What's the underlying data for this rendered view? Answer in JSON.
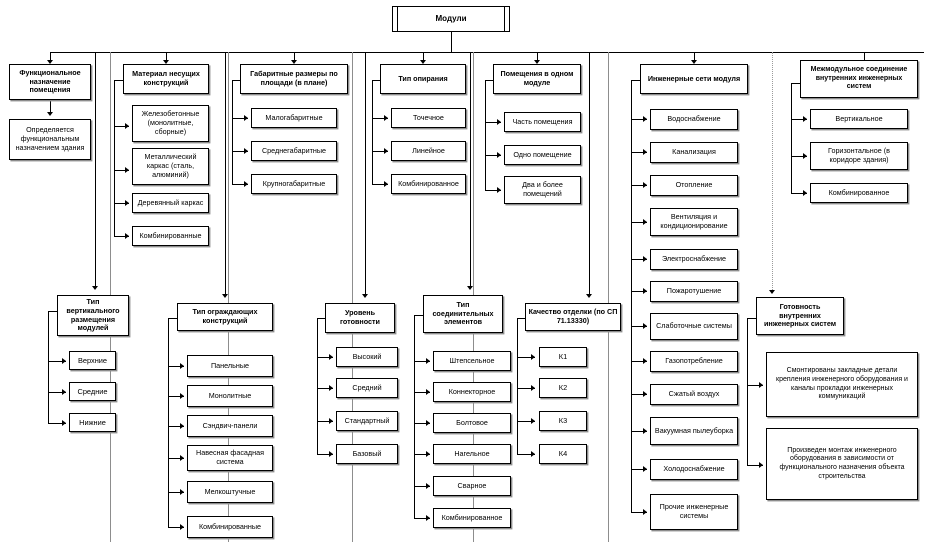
{
  "diagram": {
    "root": {
      "label": "Модули"
    },
    "columns": [
      {
        "id": "col1",
        "header": "Функциональное назначение помещения",
        "children": [
          "Определяется функциональным назначением здания"
        ],
        "lower": {
          "header": "Тип вертикального размещения модулей",
          "children": [
            "Верхние",
            "Средние",
            "Нижние"
          ]
        }
      },
      {
        "id": "col2",
        "header": "Материал несущих конструкций",
        "children": [
          "Железобетонные (монолитные, сборные)",
          "Металлический каркас (сталь, алюминий)",
          "Деревянный каркас",
          "Комбинированные"
        ],
        "lower": {
          "header": "Тип ограждающих конструкций",
          "children": [
            "Панельные",
            "Монолитные",
            "Сэндвич-панели",
            "Навесная фасадная система",
            "Мелкоштучные",
            "Комбинированные"
          ]
        }
      },
      {
        "id": "col3",
        "header": "Габаритные размеры по площади (в плане)",
        "children": [
          "Малогабаритные",
          "Среднегабаритные",
          "Крупногабаритные"
        ],
        "lower": {
          "header": "Уровень готовности",
          "children": [
            "Высокий",
            "Средний",
            "Стандартный",
            "Базовый"
          ]
        }
      },
      {
        "id": "col4",
        "header": "Тип опирания",
        "children": [
          "Точечное",
          "Линейное",
          "Комбинированное"
        ],
        "lower": {
          "header": "Тип соединительных элементов",
          "children": [
            "Штепсельное",
            "Коннекторное",
            "Болтовое",
            "Нагельное",
            "Сварное",
            "Комбинированное"
          ]
        }
      },
      {
        "id": "col5",
        "header": "Помещения в одном модуле",
        "children": [
          "Часть помещения",
          "Одно помещение",
          "Два и более помещений"
        ],
        "lower": {
          "header": "Качество отделки (по СП 71.13330)",
          "children": [
            "К1",
            "К2",
            "К3",
            "К4"
          ]
        }
      },
      {
        "id": "col6",
        "header": "Инженерные сети модуля",
        "children": [
          "Водоснабжение",
          "Канализация",
          "Отопление",
          "Вентиляция и кондиционирование",
          "Электроснабжение",
          "Пожаротушение",
          "Слаботочные системы",
          "Газопотребление",
          "Сжатый воздух",
          "Вакуумная пылеуборка",
          "Холодоснабжение",
          "Прочие инженерные системы"
        ],
        "lower": null
      },
      {
        "id": "col7",
        "header": "Межмодульное соединение внутренних инженерных систем",
        "children": [
          "Вертикальное",
          "Горизонтальное (в коридоре здания)",
          "Комбинированное"
        ],
        "lower": {
          "header": "Готовность внутренних инженерных систем",
          "children": [
            "Смонтированы закладные детали крепления инженерного оборудования и каналы прокладки инженерных коммуникаций",
            "Произведен монтаж инженерного оборудования в зависимости от функционального назначения объекта строительства"
          ]
        }
      }
    ]
  },
  "colors": {
    "line": "#000000",
    "shadow": "#8d8d8d",
    "background": "#ffffff",
    "text": "#000000"
  }
}
